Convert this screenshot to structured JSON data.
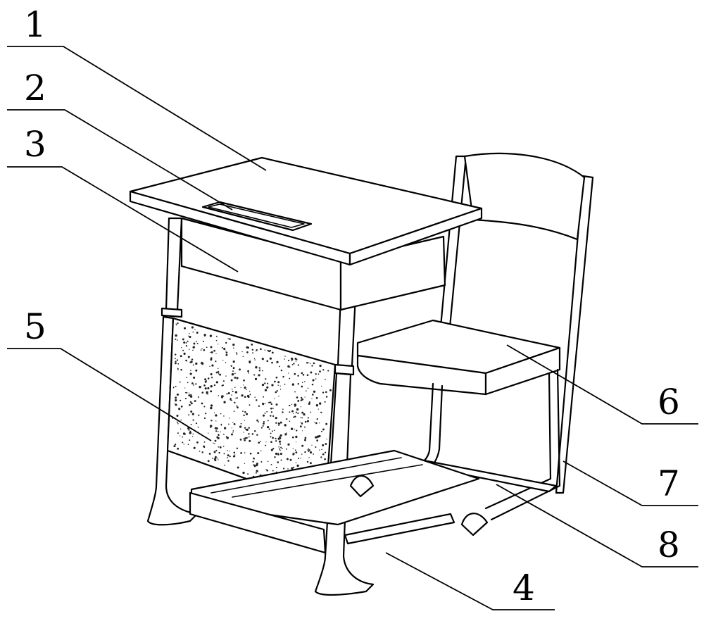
{
  "figure": {
    "callouts": [
      {
        "id": "c1",
        "label": "1"
      },
      {
        "id": "c2",
        "label": "2"
      },
      {
        "id": "c3",
        "label": "3"
      },
      {
        "id": "c4",
        "label": "4"
      },
      {
        "id": "c5",
        "label": "5"
      },
      {
        "id": "c6",
        "label": "6"
      },
      {
        "id": "c7",
        "label": "7"
      },
      {
        "id": "c8",
        "label": "8"
      }
    ],
    "colors": {
      "line": "#000000",
      "background": "#ffffff",
      "speckle": "#222222"
    }
  }
}
